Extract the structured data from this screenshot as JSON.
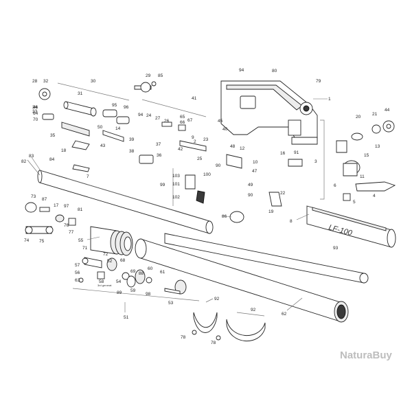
{
  "callouts": [
    "1",
    "2",
    "3",
    "4",
    "5",
    "6",
    "7",
    "8",
    "9",
    "10",
    "11",
    "12",
    "13",
    "14",
    "15",
    "16",
    "17",
    "18",
    "19",
    "20",
    "21",
    "22",
    "23",
    "24",
    "25",
    "26",
    "27",
    "28",
    "29",
    "30",
    "31",
    "32",
    "33",
    "34",
    "35",
    "36",
    "37",
    "38",
    "39",
    "40",
    "41",
    "42",
    "43",
    "44",
    "45",
    "46",
    "47",
    "48",
    "49",
    "50",
    "51",
    "52",
    "53",
    "54",
    "55",
    "56",
    "57",
    "58",
    "59",
    "60",
    "61",
    "62",
    "63",
    "64",
    "65",
    "66",
    "67",
    "68",
    "69",
    "70",
    "71",
    "72",
    "73",
    "74",
    "75",
    "76",
    "77",
    "78",
    "79",
    "80",
    "81",
    "82",
    "83",
    "84",
    "85",
    "86",
    "87",
    "88",
    "89",
    "90",
    "91",
    "92",
    "93",
    "94",
    "95",
    "96",
    "97",
    "98",
    "99",
    "100",
    "101",
    "102",
    "103"
  ],
  "annotations": {
    "part_58_note": "3rd generat",
    "part_8_marking": "LF-100"
  },
  "watermark": "NaturaBuy"
}
